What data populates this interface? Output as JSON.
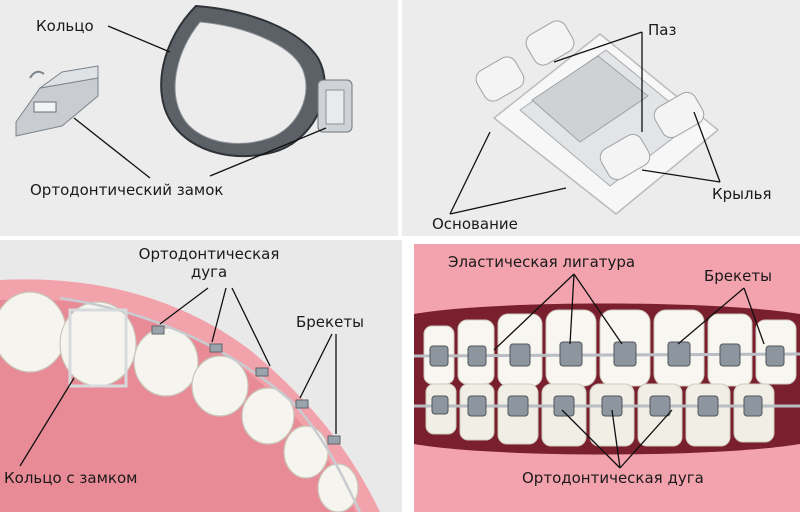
{
  "panels": {
    "ring": {
      "label_ring": "Кольцо",
      "label_lock": "Ортодонтический замок"
    },
    "bracket": {
      "label_slot": "Паз",
      "label_wings": "Крылья",
      "label_base": "Основание"
    },
    "jaw": {
      "label_arch_line1": "Ортодонтическая",
      "label_arch_line2": "дуга",
      "label_brackets": "Брекеты",
      "label_ring_lock": "Кольцо с замком"
    },
    "teeth": {
      "label_ligature": "Эластическая лигатура",
      "label_brackets": "Брекеты",
      "label_arch": "Ортодонтическая дуга"
    }
  },
  "colors": {
    "panel_bg": "#ececec",
    "gum": "#f3a3ad",
    "tooth": "#f6f4ee",
    "metal": "#9aa2ab",
    "line": "#111111"
  }
}
